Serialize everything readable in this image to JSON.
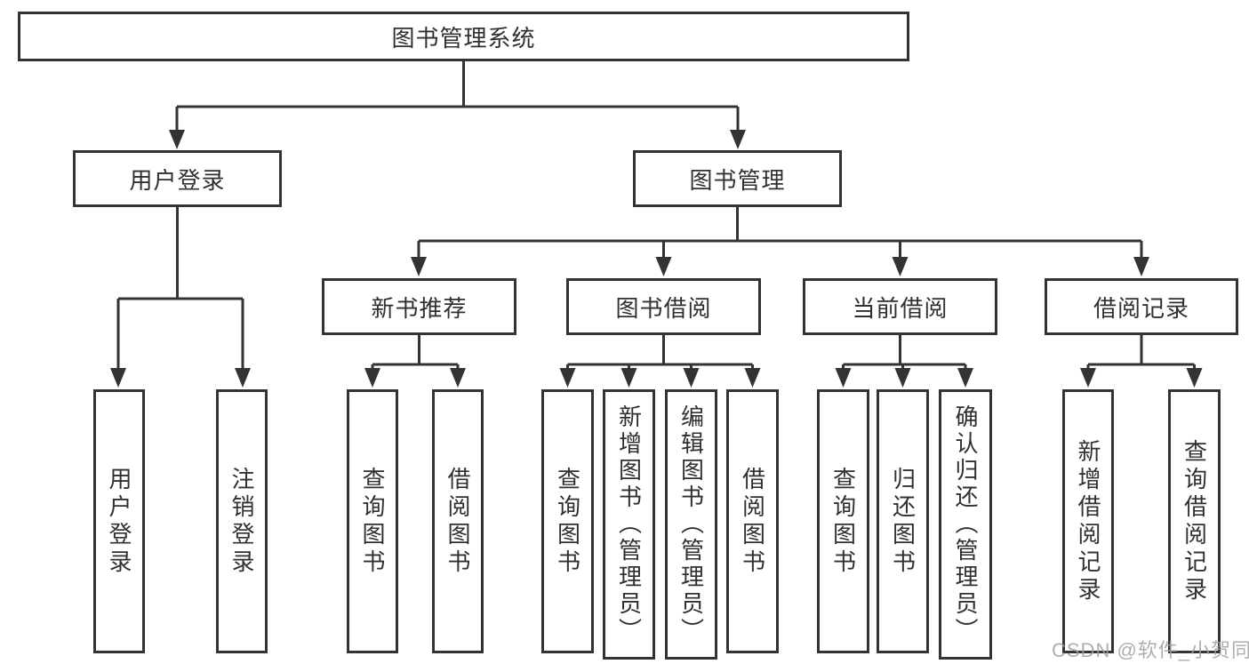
{
  "root": {
    "label": "图书管理系统"
  },
  "level2": [
    {
      "label": "用户登录"
    },
    {
      "label": "图书管理"
    }
  ],
  "level3": [
    {
      "label": "新书推荐",
      "parent": "图书管理"
    },
    {
      "label": "图书借阅",
      "parent": "图书管理"
    },
    {
      "label": "当前借阅",
      "parent": "图书管理"
    },
    {
      "label": "借阅记录",
      "parent": "图书管理"
    }
  ],
  "leaves": [
    {
      "label": "用户登录",
      "parent": "用户登录"
    },
    {
      "label": "注销登录",
      "parent": "用户登录"
    },
    {
      "label": "查询图书",
      "parent": "新书推荐"
    },
    {
      "label": "借阅图书",
      "parent": "新书推荐"
    },
    {
      "label": "查询图书",
      "parent": "图书借阅"
    },
    {
      "label": "新增图书（管理员）",
      "parent": "图书借阅"
    },
    {
      "label": "编辑图书（管理员）",
      "parent": "图书借阅"
    },
    {
      "label": "借阅图书",
      "parent": "图书借阅"
    },
    {
      "label": "查询图书",
      "parent": "当前借阅"
    },
    {
      "label": "归还图书",
      "parent": "当前借阅"
    },
    {
      "label": "确认归还（管理员）",
      "parent": "当前借阅"
    },
    {
      "label": "新增借阅记录",
      "parent": "借阅记录"
    },
    {
      "label": "查询借阅记录",
      "parent": "借阅记录"
    }
  ],
  "watermark": {
    "text": "CSDN @软件_小贺同学"
  }
}
